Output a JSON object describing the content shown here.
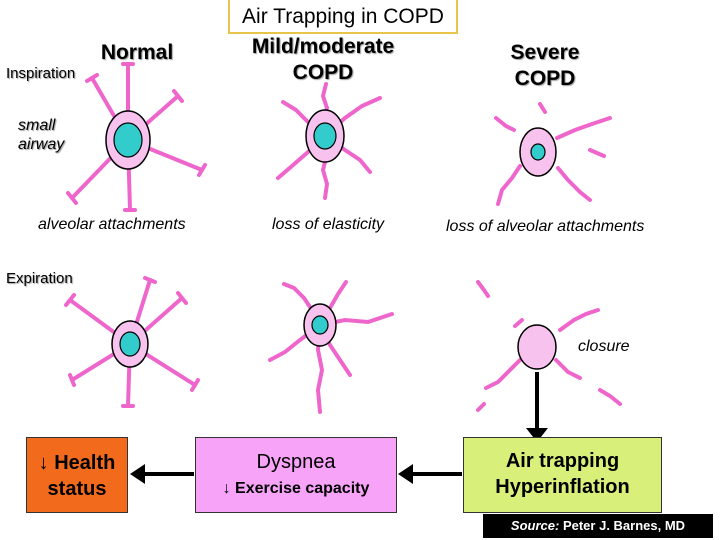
{
  "title": "Air Trapping in COPD",
  "columns": {
    "normal": "Normal",
    "mild_l1": "Mild/moderate",
    "mild_l2": "COPD",
    "severe_l1": "Severe",
    "severe_l2": "COPD"
  },
  "labels": {
    "inspiration": "Inspiration",
    "small_l1": "small",
    "small_l2": "airway",
    "alveolar_attachments": "alveolar attachments",
    "loss_elasticity": "loss of elasticity",
    "loss_alveolar": "loss of alveolar attachments",
    "expiration": "Expiration",
    "closure": "closure"
  },
  "boxes": {
    "health_l1": "↓ Health",
    "health_l2": "status",
    "dyspnea": "Dyspnea",
    "exercise": "↓ Exercise capacity",
    "air_l1": "Air trapping",
    "air_l2": "Hyperinflation"
  },
  "source": {
    "prefix": "Source:",
    "author": "Peter J. Barnes, MD"
  },
  "colors": {
    "attachment": "#ee66cc",
    "airway_wall": "#f7c2ee",
    "lumen": "#33cccc",
    "health_box": "#f26b1d",
    "dyspnea_box": "#f7a3f7",
    "air_box": "#d8f07a",
    "title_border": "#e8c44a"
  }
}
